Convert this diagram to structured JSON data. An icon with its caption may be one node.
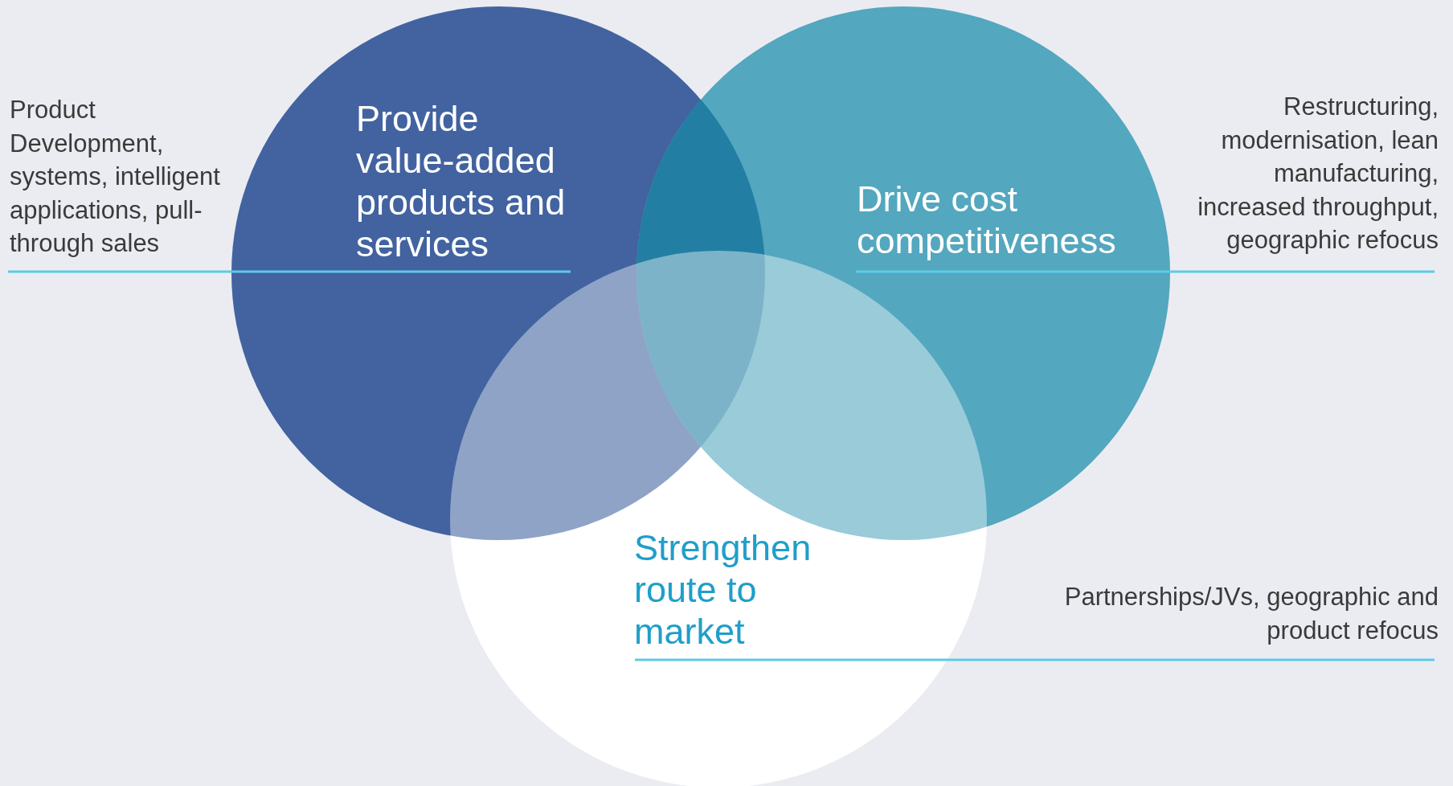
{
  "diagram": {
    "nodes": [
      {
        "text": [
          "Provide value-added products and services"
        ]
      },
      {
        "text": [
          "Drive cost competitiveness"
        ],
        "beside": [
          "Restructuring, modernisation, lean manufacturing, increased throughput, geographic refocus"
        ]
      },
      {
        "text": [
          "Strengthen route to market"
        ]
      }
    ],
    "labels": [
      "Product Development, systems, intelligent applications, pull-through sales",
      "Partnerships/JVs, geographic and product refocus"
    ]
  }
}
